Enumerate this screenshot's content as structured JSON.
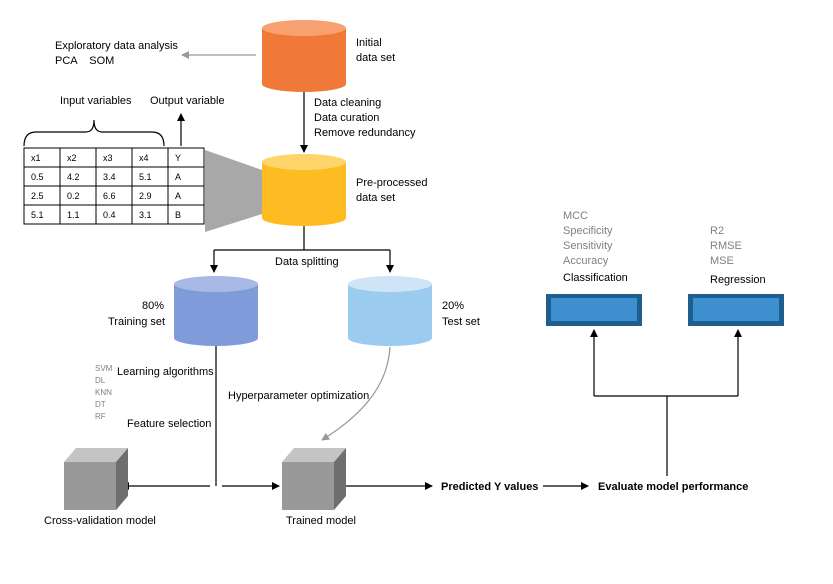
{
  "eda": {
    "title": "Exploratory data analysis",
    "methods": "PCA    SOM"
  },
  "initial_dataset": {
    "line1": "Initial",
    "line2": "data set"
  },
  "cleaning_steps": [
    "Data cleaning",
    "Data curation",
    "Remove redundancy"
  ],
  "input_variables_label": "Input variables",
  "output_variable_label": "Output variable",
  "table": {
    "headers": [
      "x1",
      "x2",
      "x3",
      "x4",
      "Y"
    ],
    "rows": [
      [
        "0.5",
        "4.2",
        "3.4",
        "5.1",
        "A"
      ],
      [
        "2.5",
        "0.2",
        "6.6",
        "2.9",
        "A"
      ],
      [
        "5.1",
        "1.1",
        "0.4",
        "3.1",
        "B"
      ]
    ]
  },
  "preprocessed": {
    "line1": "Pre-processed",
    "line2": "data set"
  },
  "data_splitting": "Data splitting",
  "training": {
    "percent": "80%",
    "label": "Training set"
  },
  "test": {
    "percent": "20%",
    "label": "Test set"
  },
  "algorithms": {
    "list": [
      "SVM",
      "DL",
      "KNN",
      "DT",
      "RF"
    ],
    "label": "Learning algorithms"
  },
  "feature_selection": "Feature selection",
  "hyperparameter": "Hyperparameter optimization",
  "cv_model": "Cross-validation model",
  "trained_model": "Trained model",
  "predicted": "Predicted Y values",
  "evaluate": "Evaluate model performance",
  "classification": {
    "metrics": [
      "MCC",
      "Specificity",
      "Sensitivity",
      "Accuracy"
    ],
    "label": "Classification"
  },
  "regression": {
    "metrics": [
      "R2",
      "RMSE",
      "MSE"
    ],
    "label": "Regression"
  },
  "colors": {
    "initial_top": "#f7a070",
    "initial_body": "#f0793a",
    "pre_top": "#ffd46a",
    "pre_body": "#fdbd22",
    "train_top": "#a9b9e6",
    "train_body": "#7f9bd9",
    "test_top": "#cfe4f6",
    "test_body": "#9ccbf0",
    "eval_box": "#3d8fd0",
    "cube": "#999999"
  }
}
